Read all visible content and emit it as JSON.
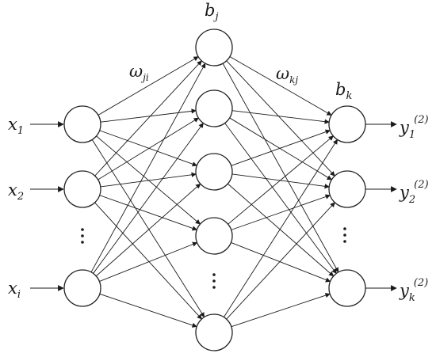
{
  "labels": {
    "inputs": [
      {
        "base": "x",
        "sub": "1"
      },
      {
        "base": "x",
        "sub": "2"
      },
      {
        "base": "x",
        "sub": "i"
      }
    ],
    "outputs": [
      {
        "base": "y",
        "sub": "1",
        "sup": "(2)"
      },
      {
        "base": "y",
        "sub": "2",
        "sup": "(2)"
      },
      {
        "base": "y",
        "sub": "k",
        "sup": "(2)"
      }
    ],
    "hidden_bias": {
      "base": "b",
      "sub": "j"
    },
    "output_bias": {
      "base": "b",
      "sub": "k"
    },
    "weights_input_hidden": {
      "base": "ω",
      "sub": "ji"
    },
    "weights_hidden_output": {
      "base": "ω",
      "sub": "kj"
    }
  },
  "structure": {
    "input_nodes": 3,
    "hidden_nodes": 5,
    "output_nodes": 3,
    "input_ellipsis": "⋮",
    "hidden_ellipsis": "⋮",
    "output_ellipsis": "⋮"
  },
  "colors": {
    "stroke": "#1a1a1a",
    "node_fill": "#ffffff",
    "background": "#ffffff"
  }
}
